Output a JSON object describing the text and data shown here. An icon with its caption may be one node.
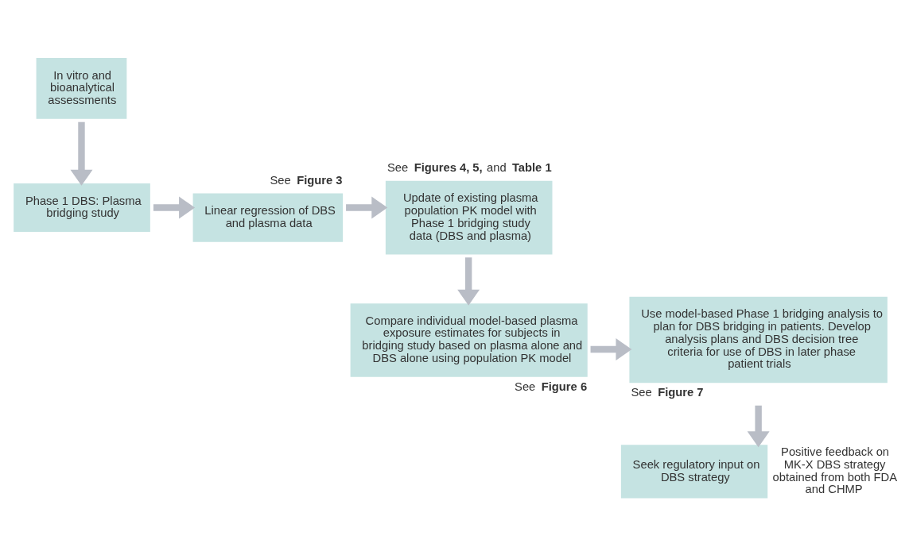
{
  "diagram": {
    "nodes": [
      {
        "text": [
          "In vitro and bioanalytical assessments"
        ]
      },
      {
        "text": [
          "Phase 1 DBS: Plasma bridging study"
        ]
      },
      {
        "text": [
          "Linear regression of DBS and plasma data"
        ],
        "beside": [
          "See **Figure 3**"
        ]
      },
      {
        "text": [
          "Update of existing plasma population PK model with Phase 1 bridging study data (DBS and plasma)"
        ],
        "beside": [
          "See **Figures 4, 5,** and **Table 1**"
        ]
      },
      {
        "text": [
          "Compare individual model-based plasma exposure estimates for subjects in bridging study based on plasma alone and DBS alone using population PK model"
        ],
        "beside": [
          "See **Figure 6**"
        ]
      },
      {
        "text": [
          "Use model-based Phase 1 bridging analysis to plan for DBS bridging in patients. Develop analysis plans and DBS decision tree criteria for use of DBS in later phase patient trials"
        ],
        "beside": [
          "See **Figure 7**"
        ]
      },
      {
        "text": [
          "Seek regulatory input on DBS strategy"
        ],
        "beside": [
          "Positive feedback on MK-X DBS strategy obtained from both FDA and CHMP"
        ]
      }
    ],
    "edges": [
      {
        "from": 0,
        "to": 1,
        "arrow": "to"
      },
      {
        "from": 1,
        "to": 2,
        "arrow": "to"
      },
      {
        "from": 2,
        "to": 3,
        "arrow": "to"
      },
      {
        "from": 3,
        "to": 4,
        "arrow": "to"
      },
      {
        "from": 4,
        "to": 5,
        "arrow": "to"
      },
      {
        "from": 5,
        "to": 6,
        "arrow": "to"
      }
    ]
  }
}
